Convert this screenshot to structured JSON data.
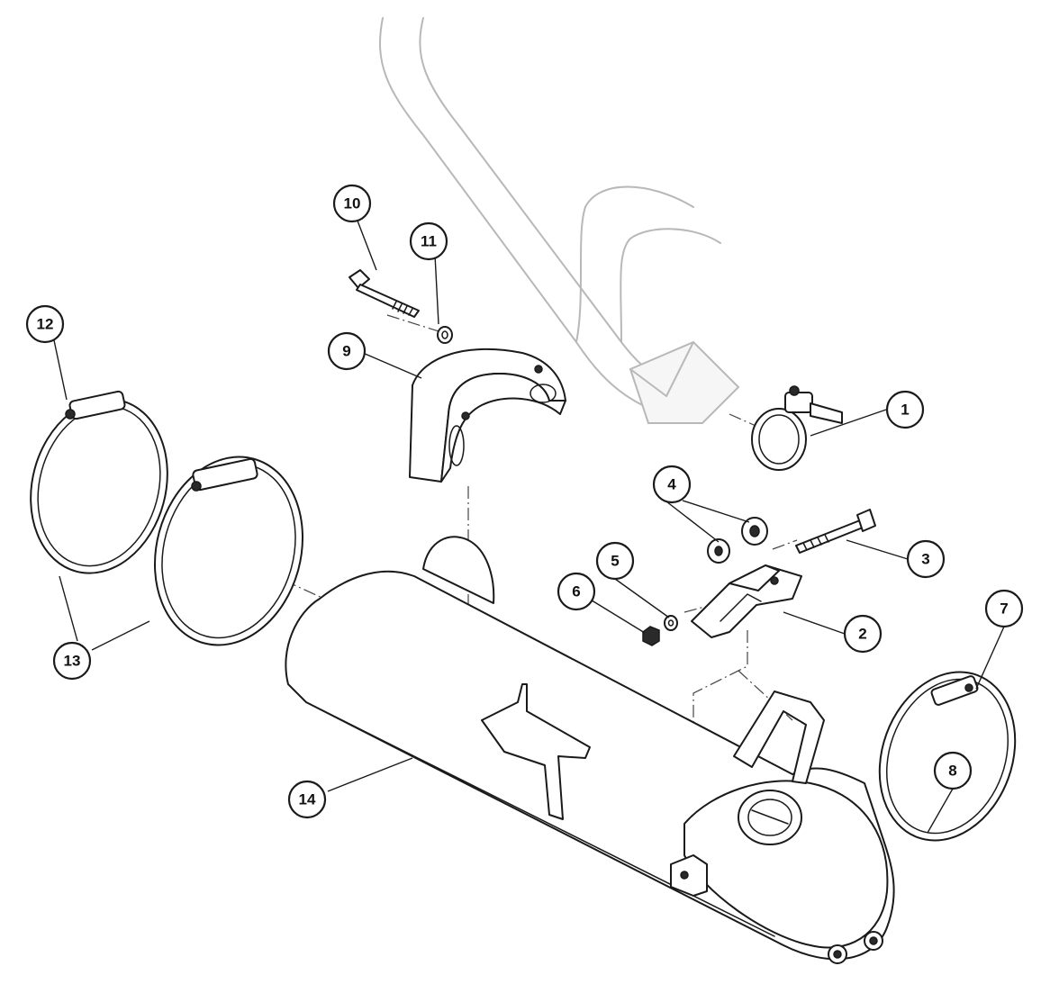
{
  "callouts": [
    {
      "id": "1",
      "label": "1"
    },
    {
      "id": "2",
      "label": "2"
    },
    {
      "id": "3",
      "label": "3"
    },
    {
      "id": "4",
      "label": "4"
    },
    {
      "id": "5",
      "label": "5"
    },
    {
      "id": "6",
      "label": "6"
    },
    {
      "id": "7",
      "label": "7"
    },
    {
      "id": "8",
      "label": "8"
    },
    {
      "id": "9",
      "label": "9"
    },
    {
      "id": "10",
      "label": "10"
    },
    {
      "id": "11",
      "label": "11"
    },
    {
      "id": "12",
      "label": "12"
    },
    {
      "id": "13",
      "label": "13"
    },
    {
      "id": "14",
      "label": "14"
    }
  ],
  "colors": {
    "line": "#1a1a1a",
    "ghost": "#b8b8b8",
    "background": "#ffffff"
  }
}
